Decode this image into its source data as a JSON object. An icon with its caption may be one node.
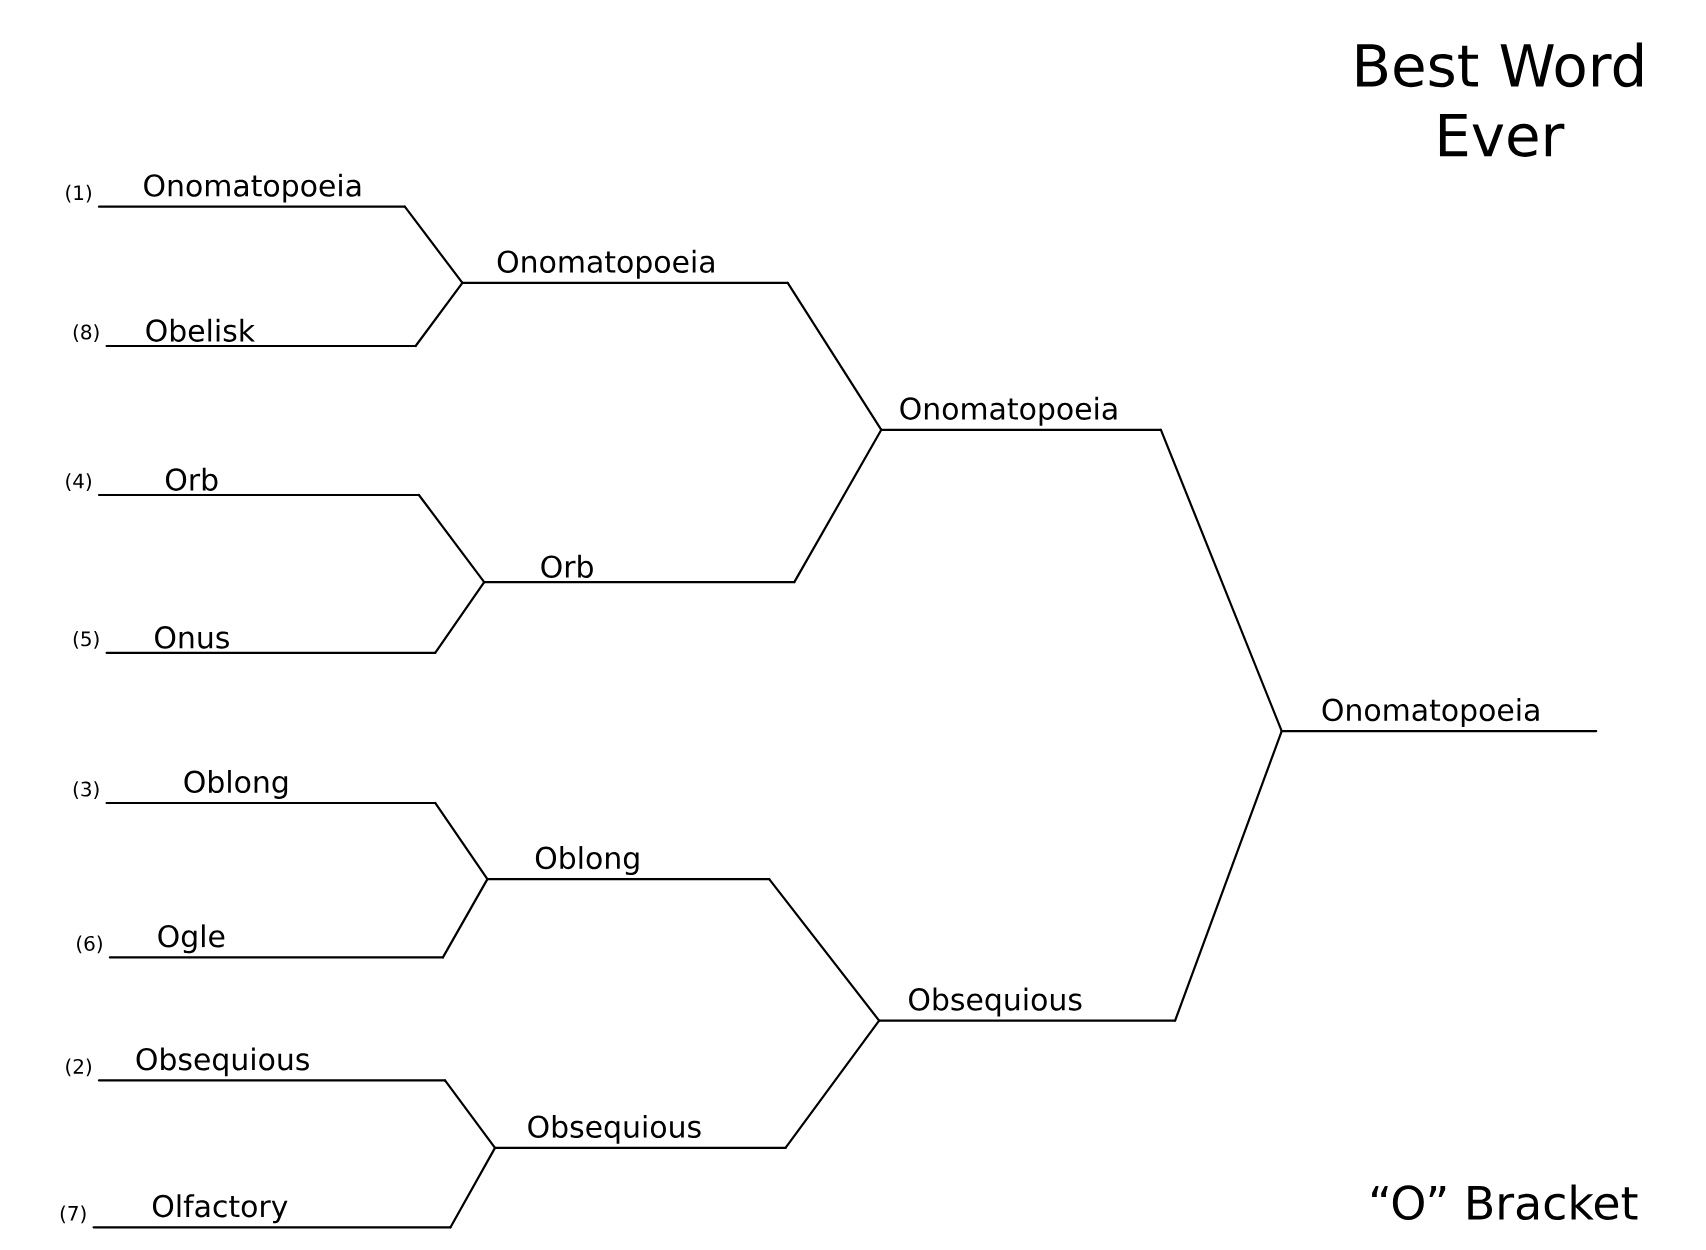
{
  "diagram": {
    "title": "Best Word Ever",
    "caption": "“O” Bracket",
    "nodes": [
      {
        "text": [
          "Onomatopoeia"
        ],
        "beside": [
          "(1)"
        ]
      },
      {
        "text": [
          "Obelisk"
        ],
        "beside": [
          "(8)"
        ]
      },
      {
        "text": [
          "Orb"
        ],
        "beside": [
          "(4)"
        ]
      },
      {
        "text": [
          "Onus"
        ],
        "beside": [
          "(5)"
        ]
      },
      {
        "text": [
          "Oblong"
        ],
        "beside": [
          "(3)"
        ]
      },
      {
        "text": [
          "Ogle"
        ],
        "beside": [
          "(6)"
        ]
      },
      {
        "text": [
          "Obsequious"
        ],
        "beside": [
          "(2)"
        ]
      },
      {
        "text": [
          "Olfactory"
        ],
        "beside": [
          "(7)"
        ]
      },
      {
        "text": [
          "Onomatopoeia"
        ]
      },
      {
        "text": [
          "Orb"
        ]
      },
      {
        "text": [
          "Oblong"
        ]
      },
      {
        "text": [
          "Obsequious"
        ]
      },
      {
        "text": [
          "Onomatopoeia"
        ]
      },
      {
        "text": [
          "Obsequious"
        ]
      },
      {
        "text": [
          "Onomatopoeia"
        ]
      }
    ],
    "edges": [
      {
        "from": 0,
        "to": 8,
        "arrow": "none"
      },
      {
        "from": 1,
        "to": 8,
        "arrow": "none"
      },
      {
        "from": 2,
        "to": 9,
        "arrow": "none"
      },
      {
        "from": 3,
        "to": 9,
        "arrow": "none"
      },
      {
        "from": 4,
        "to": 10,
        "arrow": "none"
      },
      {
        "from": 5,
        "to": 10,
        "arrow": "none"
      },
      {
        "from": 6,
        "to": 11,
        "arrow": "none"
      },
      {
        "from": 7,
        "to": 11,
        "arrow": "none"
      },
      {
        "from": 8,
        "to": 12,
        "arrow": "none"
      },
      {
        "from": 9,
        "to": 12,
        "arrow": "none"
      },
      {
        "from": 10,
        "to": 13,
        "arrow": "none"
      },
      {
        "from": 11,
        "to": 13,
        "arrow": "none"
      },
      {
        "from": 12,
        "to": 14,
        "arrow": "none"
      },
      {
        "from": 13,
        "to": 14,
        "arrow": "none"
      }
    ]
  }
}
